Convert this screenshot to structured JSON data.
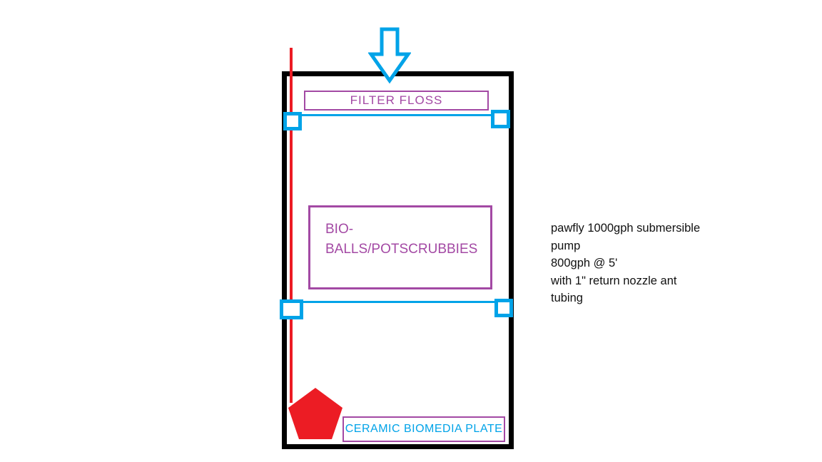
{
  "diagram": {
    "labels": {
      "filter_floss": "FILTER FLOSS",
      "bio_line1": "BIO-",
      "bio_line2": "BALLS/POTSCRUBBIES",
      "ceramic_plate": "CERAMIC BIOMEDIA PLATE"
    },
    "annotation_lines": [
      "pawfly 1000gph submersible",
      "pump",
      "800gph @ 5'",
      "with 1\" return nozzle ant",
      "tubing"
    ],
    "colors": {
      "outline": "#000000",
      "cyan": "#00a3e8",
      "purple": "#a349a4",
      "red": "#ec1c24",
      "text": "#111111"
    }
  }
}
